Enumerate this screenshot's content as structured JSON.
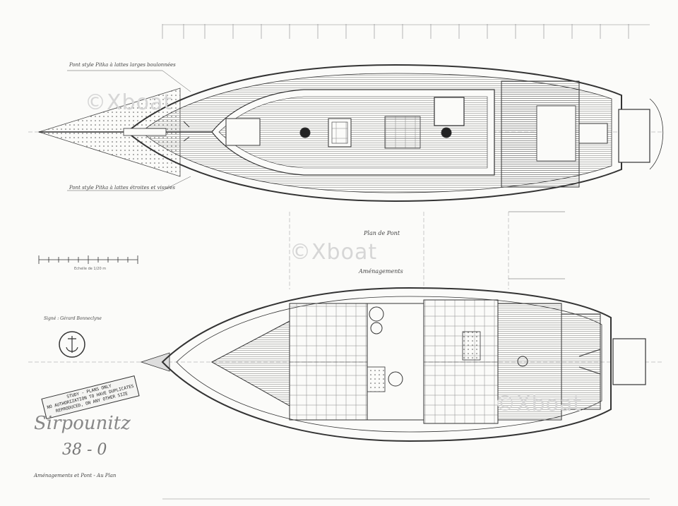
{
  "watermark": {
    "text": "©Xboat"
  },
  "title": {
    "name": "Sirpounitz",
    "size": "38 - 0"
  },
  "subtitle": "Aménagements et Pont - Au Plan",
  "center_labels": [
    "Plan de Pont",
    "Aménagements"
  ],
  "deck_notes": [
    "Pont style Pitka à lattes larges boulonnées",
    "Pont style Pitka à lattes étroites et vissées"
  ],
  "stamp": {
    "lines": [
      "STUDY - PLANS ONLY",
      "NO AUTHORIZATION TO HAVE DUPLICATES",
      "REPRODUCED, ON ANY OTHER SIZE"
    ]
  },
  "scale_label": "Echelle de 1/20 m",
  "signature": "Signé : Gérard Bonneclyne",
  "colors": {
    "ink": "#333333",
    "paper": "#fbfbf9",
    "watermark": "#d6d6d6"
  }
}
